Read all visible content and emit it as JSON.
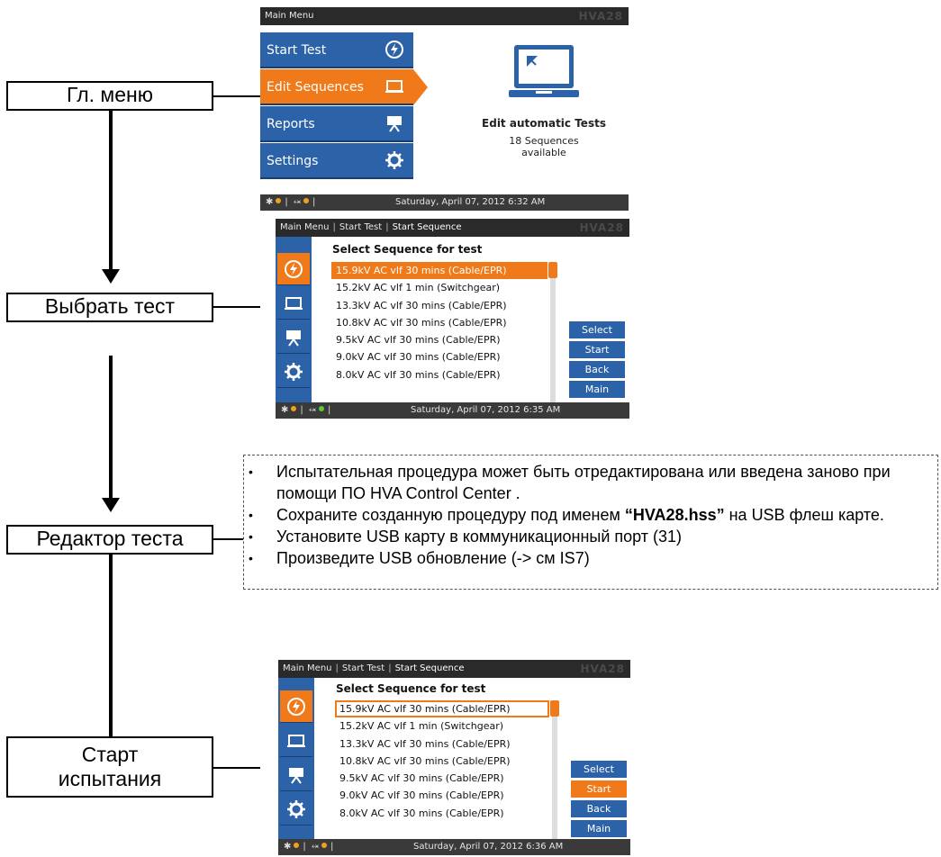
{
  "flow": {
    "main_menu": "Гл. меню",
    "select_test": "Выбрать тест",
    "test_editor": "Редактор теста",
    "start_test_line1": "Старт",
    "start_test_line2": "испытания"
  },
  "screen1": {
    "title": "Main Menu",
    "brand": "HVA28",
    "menu": [
      {
        "label": "Start Test",
        "icon": "lightning-icon"
      },
      {
        "label": "Edit Sequences",
        "icon": "laptop-icon"
      },
      {
        "label": "Reports",
        "icon": "report-easel-icon"
      },
      {
        "label": "Settings",
        "icon": "gear-icon"
      }
    ],
    "preview_title": "Edit automatic Tests",
    "preview_line1": "18 Sequences",
    "preview_line2": "available",
    "status_datetime": "Saturday, April 07, 2012 6:32 AM"
  },
  "screen2": {
    "breadcrumb": [
      "Main Menu",
      "Start Test",
      "Start Sequence"
    ],
    "brand": "HVA28",
    "heading": "Select Sequence for test",
    "sequences": [
      "15.9kV AC vlf 30 mins (Cable/EPR)",
      "15.2kV AC vlf 1 min (Switchgear)",
      "13.3kV AC vlf 30 mins (Cable/EPR)",
      "10.8kV AC vlf 30 mins (Cable/EPR)",
      "9.5kV AC vlf 30 mins (Cable/EPR)",
      "9.0kV AC vlf 30 mins (Cable/EPR)",
      "8.0kV AC vlf 30 mins (Cable/EPR)"
    ],
    "buttons": [
      "Select",
      "Start",
      "Back",
      "Main"
    ],
    "status_datetime": "Saturday, April 07, 2012 6:35 AM"
  },
  "screen3": {
    "breadcrumb": [
      "Main Menu",
      "Start Test",
      "Start Sequence"
    ],
    "brand": "HVA28",
    "heading": "Select Sequence for test",
    "sequences": [
      "15.9kV AC vlf 30 mins (Cable/EPR)",
      "15.2kV AC vlf 1 min (Switchgear)",
      "13.3kV AC vlf 30 mins (Cable/EPR)",
      "10.8kV AC vlf 30 mins (Cable/EPR)",
      "9.5kV AC vlf 30 mins (Cable/EPR)",
      "9.0kV AC vlf 30 mins (Cable/EPR)",
      "8.0kV AC vlf 30 mins (Cable/EPR)"
    ],
    "buttons": [
      "Select",
      "Start",
      "Back",
      "Main"
    ],
    "status_datetime": "Saturday, April 07, 2012 6:36 AM"
  },
  "notes": {
    "item1": "Испытательная процедура может быть отредактирована или введена заново при помощи ПО HVA Control Center .",
    "item2_pre": "Сохраните созданную процедуру под именем ",
    "item2_bold": "“HVA28.hss”",
    "item2_post": " на USB флеш карте.",
    "item3": "Установите USB карту в коммуникационный порт (31)",
    "item4": "Произведите USB обновление (-> см IS7)"
  }
}
